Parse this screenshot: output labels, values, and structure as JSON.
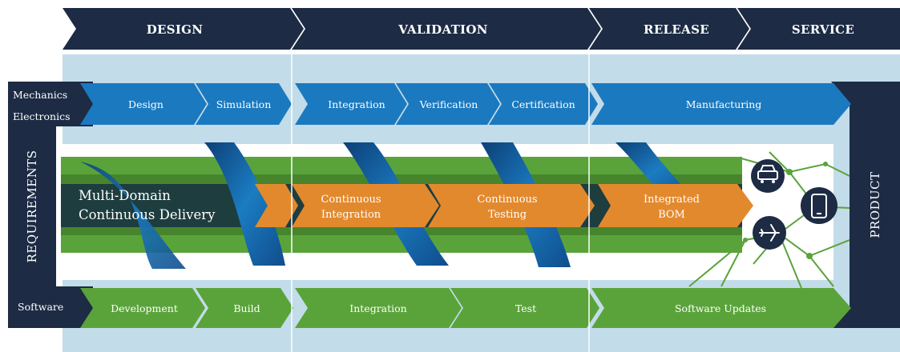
{
  "phases": [
    "DESIGN",
    "VALIDATION",
    "RELEASE",
    "SERVICE"
  ],
  "row_labels": {
    "mechanics": "Mechanics",
    "electronics": "Electronics",
    "software": "Software",
    "requirements": "REQUIREMENTS",
    "product": "PRODUCT"
  },
  "hardware_steps": [
    "Design",
    "Simulation",
    "Integration",
    "Verification",
    "Certification",
    "Manufacturing"
  ],
  "software_steps": [
    "Development",
    "Build",
    "Integration",
    "Test",
    "Software Updates"
  ],
  "delivery": {
    "title_line1": "Multi-Domain",
    "title_line2": "Continuous Delivery"
  },
  "pipeline": [
    {
      "line1": "Continuous",
      "line2": "Integration"
    },
    {
      "line1": "Continuous",
      "line2": "Testing"
    },
    {
      "line1": "Integrated",
      "line2": "BOM"
    }
  ],
  "product_icons": [
    "car-icon",
    "smartphone-icon",
    "airplane-icon"
  ],
  "colors": {
    "navy": "#1d2b44",
    "blue": "#1b79bf",
    "light_blue": "#c2dce9",
    "green": "#5aa33a",
    "dark_green": "#47852d",
    "orange": "#e3892d",
    "dark_teal": "#1e3d3f"
  }
}
